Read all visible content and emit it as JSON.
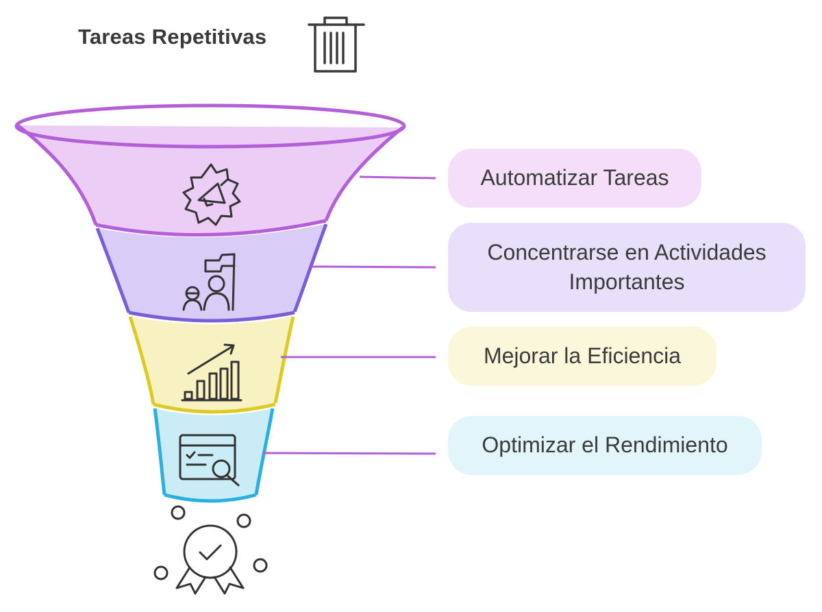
{
  "title": "Tareas Repetitivas",
  "top_icon": "trash-bin-icon",
  "stages": [
    {
      "label": "Automatizar Tareas",
      "icon": "gear-megaphone-icon",
      "color": "#b45fd8",
      "fill": "#eccdf6",
      "label_bg": "#f5def9"
    },
    {
      "label": "Concentrarse en Actividades Importantes",
      "icon": "team-flag-icon",
      "color": "#7a5ed8",
      "fill": "#d9cdf7",
      "label_bg": "#e8e0fb"
    },
    {
      "label": "Mejorar la Eficiencia",
      "icon": "growth-chart-icon",
      "color": "#dccb22",
      "fill": "#f8f2c3",
      "label_bg": "#fbf7da"
    },
    {
      "label": "Optimizar el Rendimiento",
      "icon": "browser-search-icon",
      "color": "#2ab0e0",
      "fill": "#c9ecf6",
      "label_bg": "#e1f5fb"
    }
  ],
  "result_icon": "award-badge-icon"
}
